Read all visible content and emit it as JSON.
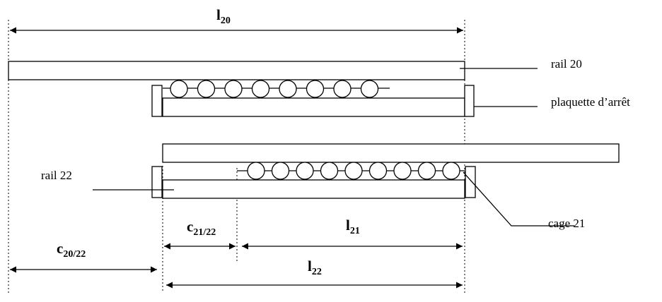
{
  "labels": {
    "l20": {
      "main": "l",
      "sub": "20"
    },
    "l21": {
      "main": "l",
      "sub": "21"
    },
    "l22": {
      "main": "l",
      "sub": "22"
    },
    "c2122": {
      "main": "c",
      "sub": "21/22"
    },
    "c2022": {
      "main": "c",
      "sub": "20/22"
    },
    "rail20": "rail 20",
    "plaquette": "plaquette d’arrêt",
    "rail22": "rail 22",
    "cage21": "cage 21"
  },
  "upper_cage_balls": 8,
  "lower_cage_balls": 9
}
